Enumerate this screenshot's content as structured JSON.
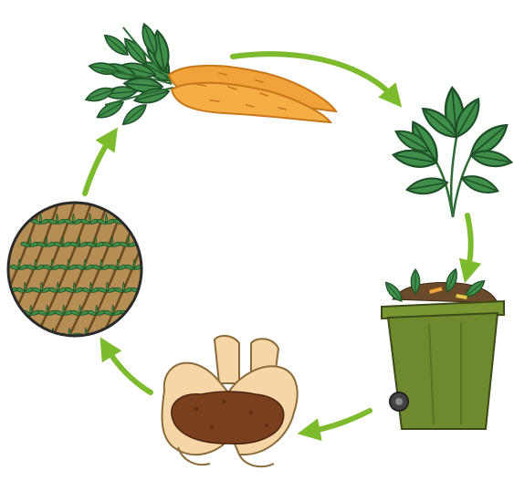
{
  "diagram": {
    "type": "cycle",
    "colors": {
      "arrow": "#7dbb2e",
      "leaf": "#3f8f4a",
      "leaf_dark": "#1f4f28",
      "carrot": "#f2a23a",
      "bin": "#6f8a2e",
      "soil": "#7a3f1f",
      "skin": "#f6d6a6",
      "field": "#b58e55"
    },
    "nodes": [
      {
        "id": "carrots",
        "icon": "carrots-icon"
      },
      {
        "id": "carrot-tops",
        "icon": "leaves-icon"
      },
      {
        "id": "compost-bin",
        "icon": "wheelie-bin-icon"
      },
      {
        "id": "compost",
        "icon": "hands-holding-soil-icon"
      },
      {
        "id": "field",
        "icon": "planted-field-icon"
      }
    ],
    "edges": [
      {
        "from": "carrots",
        "to": "carrot-tops"
      },
      {
        "from": "carrot-tops",
        "to": "compost-bin"
      },
      {
        "from": "compost-bin",
        "to": "compost"
      },
      {
        "from": "compost",
        "to": "field"
      },
      {
        "from": "field",
        "to": "carrots"
      }
    ]
  }
}
